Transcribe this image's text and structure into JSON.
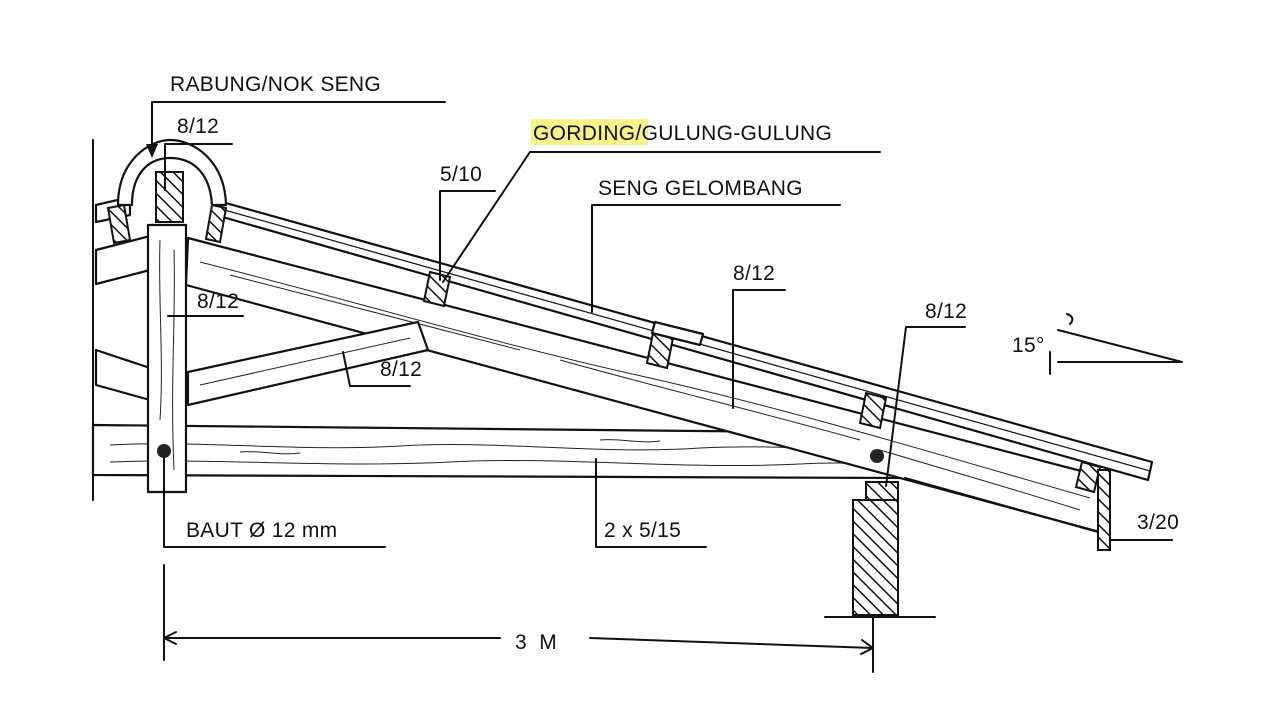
{
  "labels": {
    "ridge_cap": "RABUNG/NOK SENG",
    "ridge_size": "8/12",
    "purlin_highlight": "GORDING",
    "purlin_rest": "/GULUNG-GULUNG",
    "purlin_size": "5/10",
    "sheet": "SENG GELOMBANG",
    "rafter_size": "8/12",
    "post_size": "8/12",
    "strut_size": "8/12",
    "wall_plate_size": "8/12",
    "angle": "15°",
    "bolt": "BAUT Ø 12 mm",
    "tie_beam": "2 x 5/15",
    "fascia": "3/20",
    "span": "3  M"
  },
  "colors": {
    "highlight": "#f7f28a",
    "ink": "#111111"
  }
}
